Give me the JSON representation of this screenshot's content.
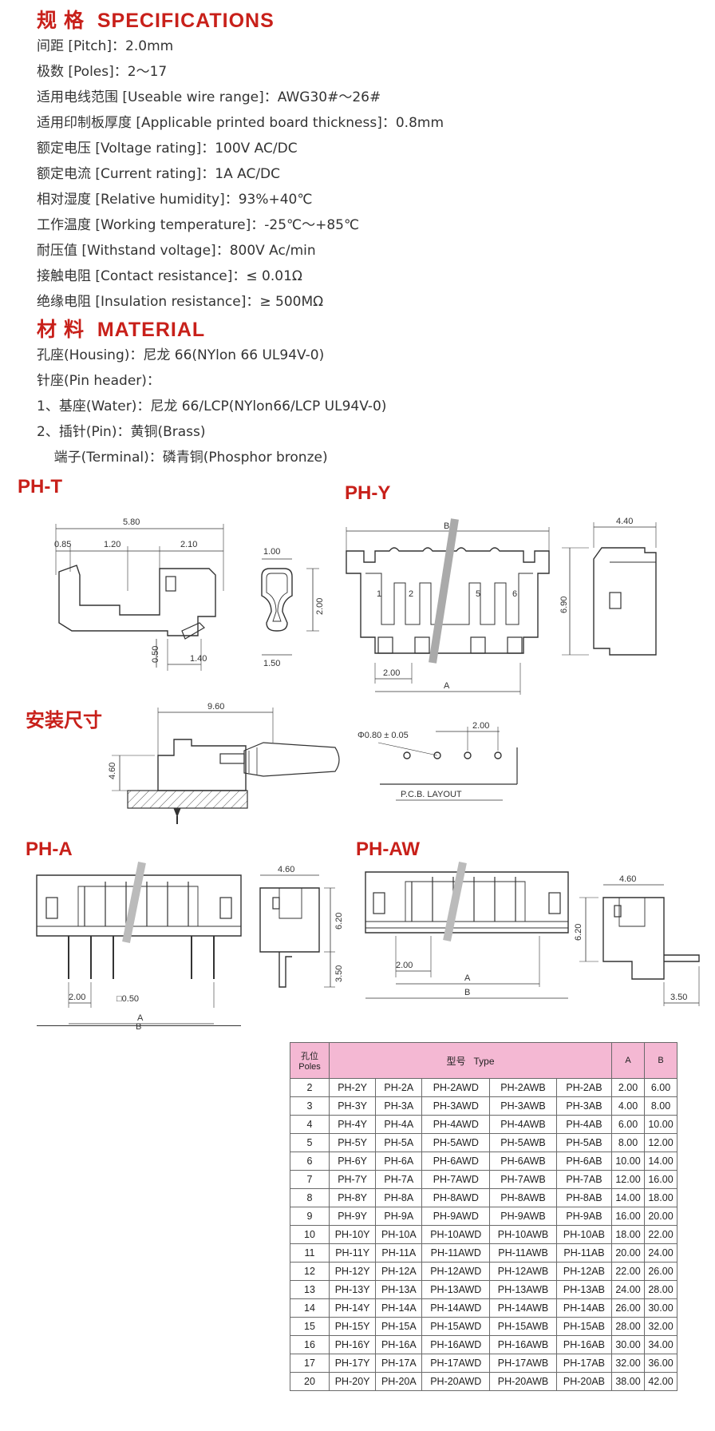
{
  "specs": {
    "title_cn": "规 格",
    "title_en": "SPECIFICATIONS",
    "lines": [
      "间距 [Pitch]：2.0mm",
      "极数 [Poles]：2～17",
      "适用电线范围 [Useable wire range]：AWG30#～26#",
      "适用印制板厚度 [Applicable printed board thickness]：0.8mm",
      "额定电压 [Voltage rating]：100V AC/DC",
      "额定电流 [Current rating]：1A  AC/DC",
      "相对湿度 [Relative humidity]：93%+40℃",
      "工作温度 [Working temperature]：-25℃～+85℃",
      "耐压值 [Withstand voltage]：800V Ac/min",
      "接触电阻 [Contact resistance]：≤ 0.01Ω",
      "绝缘电阻 [Insulation resistance]：≥ 500MΩ"
    ]
  },
  "material": {
    "title_cn": "材 料",
    "title_en": "MATERIAL",
    "lines": [
      "孔座(Housing)：尼龙 66(NYlon 66 UL94V-0)",
      "针座(Pin header)：",
      "1、基座(Water)：尼龙 66/LCP(NYlon66/LCP UL94V-0)",
      "2、插针(Pin)：黄铜(Brass)",
      "    端子(Terminal)：磷青铜(Phosphor bronze)"
    ]
  },
  "drawings": {
    "pht": {
      "label": "PH-T",
      "d1": "5.80",
      "d2": "0.85",
      "d3": "1.20",
      "d4": "2.10",
      "d5": "0.50",
      "d6": "1.40",
      "d7": "1.00",
      "d8": "2.00",
      "d9": "1.50"
    },
    "phy": {
      "label": "PH-Y",
      "b": "B",
      "a": "A",
      "pitch": "2.00",
      "height": "6.90",
      "width": "4.40",
      "n1": "1",
      "n2": "2",
      "n5": "5",
      "n6": "6"
    },
    "install": {
      "label": "安装尺寸",
      "d1": "9.60",
      "d2": "4.60",
      "hole": "Φ0.80 ± 0.05",
      "pitch": "2.00",
      "layout": "P.C.B. LAYOUT"
    },
    "pha": {
      "label": "PH-A",
      "w": "4.60",
      "h": "6.20",
      "p": "3.50",
      "pitch": "2.00",
      "pin": "□0.50",
      "a": "A",
      "b": "B"
    },
    "phaw": {
      "label": "PH-AW",
      "w": "4.60",
      "h": "6.20",
      "p": "3.50",
      "pitch": "2.00",
      "a": "A",
      "b": "B"
    }
  },
  "table": {
    "h_poles_cn": "孔位",
    "h_poles_en": "Poles",
    "h_type": "型号   Type",
    "h_a": "A",
    "h_b": "B",
    "rows": [
      [
        "2",
        "PH-2Y",
        "PH-2A",
        "PH-2AWD",
        "PH-2AWB",
        "PH-2AB",
        "2.00",
        "6.00"
      ],
      [
        "3",
        "PH-3Y",
        "PH-3A",
        "PH-3AWD",
        "PH-3AWB",
        "PH-3AB",
        "4.00",
        "8.00"
      ],
      [
        "4",
        "PH-4Y",
        "PH-4A",
        "PH-4AWD",
        "PH-4AWB",
        "PH-4AB",
        "6.00",
        "10.00"
      ],
      [
        "5",
        "PH-5Y",
        "PH-5A",
        "PH-5AWD",
        "PH-5AWB",
        "PH-5AB",
        "8.00",
        "12.00"
      ],
      [
        "6",
        "PH-6Y",
        "PH-6A",
        "PH-6AWD",
        "PH-6AWB",
        "PH-6AB",
        "10.00",
        "14.00"
      ],
      [
        "7",
        "PH-7Y",
        "PH-7A",
        "PH-7AWD",
        "PH-7AWB",
        "PH-7AB",
        "12.00",
        "16.00"
      ],
      [
        "8",
        "PH-8Y",
        "PH-8A",
        "PH-8AWD",
        "PH-8AWB",
        "PH-8AB",
        "14.00",
        "18.00"
      ],
      [
        "9",
        "PH-9Y",
        "PH-9A",
        "PH-9AWD",
        "PH-9AWB",
        "PH-9AB",
        "16.00",
        "20.00"
      ],
      [
        "10",
        "PH-10Y",
        "PH-10A",
        "PH-10AWD",
        "PH-10AWB",
        "PH-10AB",
        "18.00",
        "22.00"
      ],
      [
        "11",
        "PH-11Y",
        "PH-11A",
        "PH-11AWD",
        "PH-11AWB",
        "PH-11AB",
        "20.00",
        "24.00"
      ],
      [
        "12",
        "PH-12Y",
        "PH-12A",
        "PH-12AWD",
        "PH-12AWB",
        "PH-12AB",
        "22.00",
        "26.00"
      ],
      [
        "13",
        "PH-13Y",
        "PH-13A",
        "PH-13AWD",
        "PH-13AWB",
        "PH-13AB",
        "24.00",
        "28.00"
      ],
      [
        "14",
        "PH-14Y",
        "PH-14A",
        "PH-14AWD",
        "PH-14AWB",
        "PH-14AB",
        "26.00",
        "30.00"
      ],
      [
        "15",
        "PH-15Y",
        "PH-15A",
        "PH-15AWD",
        "PH-15AWB",
        "PH-15AB",
        "28.00",
        "32.00"
      ],
      [
        "16",
        "PH-16Y",
        "PH-16A",
        "PH-16AWD",
        "PH-16AWB",
        "PH-16AB",
        "30.00",
        "34.00"
      ],
      [
        "17",
        "PH-17Y",
        "PH-17A",
        "PH-17AWD",
        "PH-17AWB",
        "PH-17AB",
        "32.00",
        "36.00"
      ],
      [
        "20",
        "PH-20Y",
        "PH-20A",
        "PH-20AWD",
        "PH-20AWB",
        "PH-20AB",
        "38.00",
        "42.00"
      ]
    ]
  }
}
